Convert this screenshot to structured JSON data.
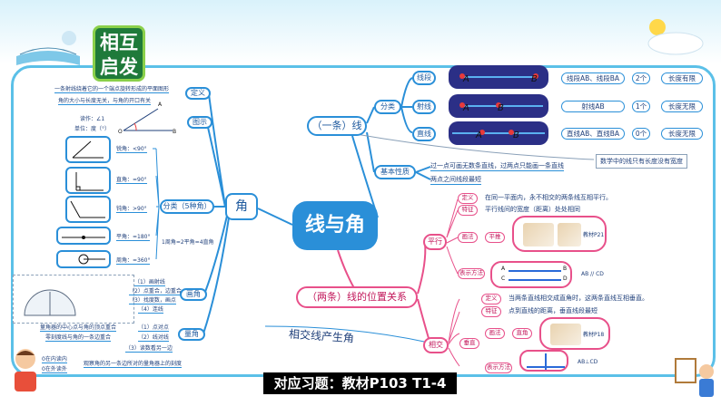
{
  "badge": {
    "line1": "相互",
    "line2": "启发"
  },
  "center": "线与角",
  "footer": "对应习题：教材P103  T1-4",
  "line_branch": {
    "title": "（一条）线",
    "classify": "分类",
    "rows": [
      {
        "name": "线段",
        "pointA": "A",
        "pointB": "B",
        "notation": "线段AB、线段BA",
        "endpoints": "2个",
        "length": "长度有限"
      },
      {
        "name": "射线",
        "pointA": "A",
        "pointB": "B",
        "notation": "射线AB",
        "endpoints": "1个",
        "length": "长度无限"
      },
      {
        "name": "直线",
        "pointA": "A",
        "pointB": "B",
        "notation": "直线AB、直线BA",
        "endpoints": "0个",
        "length": "长度无限"
      }
    ],
    "note": "数学中的线只有长度没有宽度",
    "basic_label": "基本性质",
    "basic": [
      "过一点可画无数条直线，过两点只能画一条直线",
      "两点之间线段最短"
    ]
  },
  "two_lines": {
    "title": "（两条）线的位置关系",
    "parallel": "平行",
    "p_def_label": "定义",
    "p_def": "在同一平面内，永不相交的两条线互相平行。",
    "p_feat_label": "特征",
    "p_feat": "平行线间的宽度（距离）处处相同",
    "p_draw_label": "画法",
    "p_draw_method": "平推",
    "p_book": "教材P21",
    "p_notation_label": "表示方法",
    "p_notation": "AB // CD",
    "pointA": "A",
    "pointB": "B",
    "pointC": "C",
    "pointD": "D",
    "cross": "相交",
    "perp": "垂直",
    "x_def_label": "定义",
    "x_def": "当两条直线相交成直角时，这两条直线互相垂直。",
    "x_feat_label": "特征",
    "x_feat": "点到直线的距离，垂直线段最短",
    "x_draw_label": "画法",
    "x_draw_method": "直角",
    "x_book": "教材P18",
    "x_notation_label": "表示方法",
    "x_notation": "AB⊥CD",
    "cross_angle": "相交线产生角"
  },
  "angle_branch": {
    "title": "角",
    "definition_label": "定义",
    "definition": [
      "一条射线绕着它的一个端点旋转形成的平面图形",
      "角的大小与长度无关，与角的开口有关"
    ],
    "diagram_label": "图示",
    "diagram_notes": [
      "读作：∠1",
      "单位：度（°）"
    ],
    "diagram_letters": [
      "A",
      "O",
      "B"
    ],
    "classify_label": "分类（5种角）",
    "kinds": [
      "锐角：<90°",
      "直角：=90°",
      "钝角：>90°",
      "平角：=180°",
      "周角：=360°"
    ],
    "relation": "1周角=2平角=4直角",
    "draw_label": "画角",
    "draw_steps": [
      "（1）画射线",
      "（2）点重合，边重合",
      "（3）找度数，画点",
      "（4）连线"
    ],
    "measure_label": "量角",
    "measure_steps": [
      "（1）点对点",
      "（2）线对线",
      "（3）读数看另一边"
    ],
    "measure_notes": [
      "量角器的中心点与角的顶点重合",
      "零刻度线与角的一条边重合"
    ],
    "readings": [
      "0在内读内",
      "0在外读外"
    ],
    "reading_note": "观察角的另一条边所对的量角器上的刻度"
  }
}
